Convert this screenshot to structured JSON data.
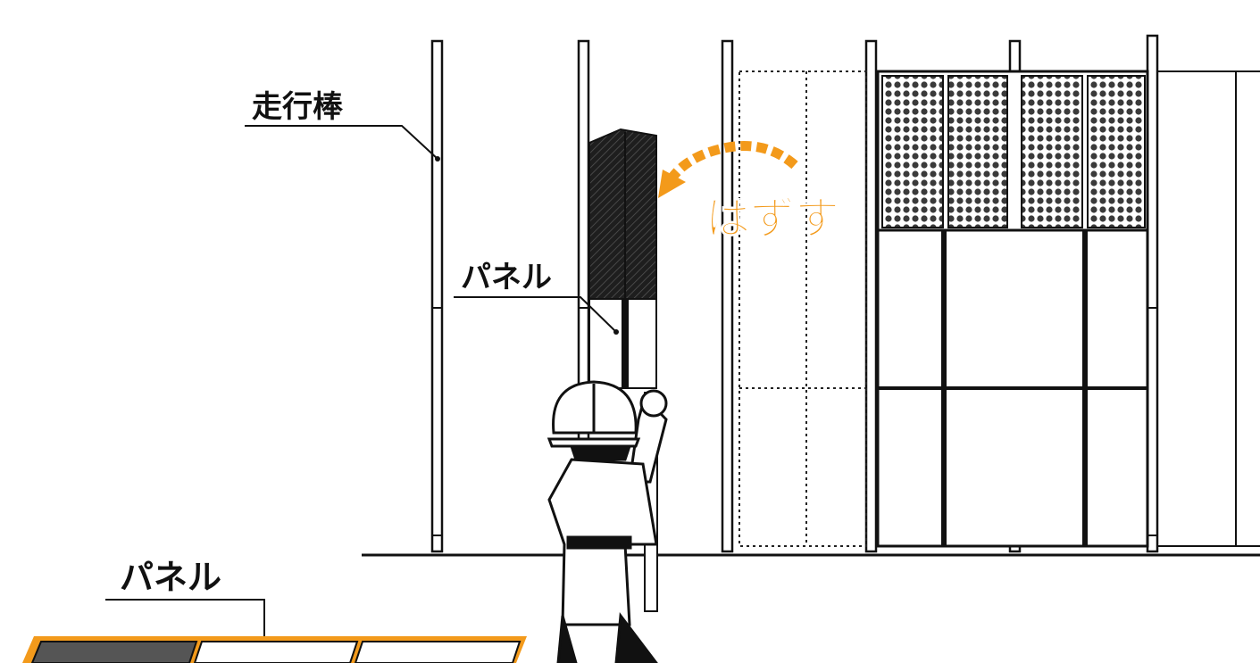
{
  "labels": {
    "rail": "走行棒",
    "panel_upper": "パネル",
    "panel_lower": "パネル"
  },
  "action": {
    "text": "はずす"
  },
  "colors": {
    "line": "#111111",
    "accent": "#f39a1b",
    "panel_dark": "#2a2a2a",
    "mesh": "#7a7a7a",
    "panel_white": "#ffffff"
  }
}
